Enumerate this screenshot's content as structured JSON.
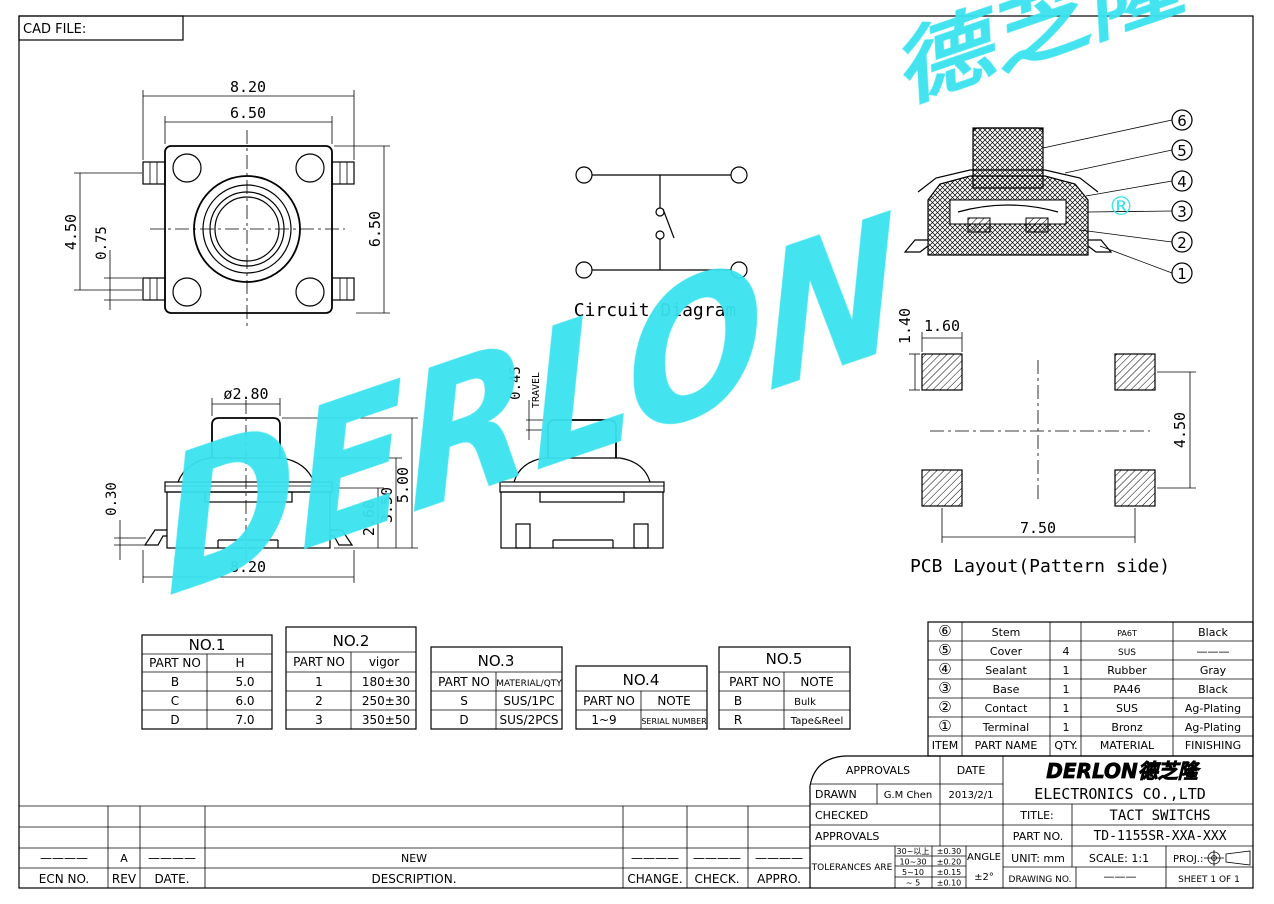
{
  "header": {
    "cad_file_label": "CAD FILE:"
  },
  "top_view": {
    "dim_width_outer": "8.20",
    "dim_width_inner": "6.50",
    "dim_height_left": "4.50",
    "dim_pin": "0.75",
    "dim_height_right": "6.50"
  },
  "circuit": {
    "caption": "Circuit Diagram"
  },
  "side_view": {
    "dim_dia": "ø2.80",
    "dim_base": "8.20",
    "dim_h1": "5.00",
    "dim_h2": "3.50",
    "dim_h3": "2.60",
    "dim_lead": "0.30"
  },
  "travel": {
    "dim_value": "0.45",
    "dim_label": "TRAVEL"
  },
  "pcb": {
    "caption": "PCB Layout(Pattern side)",
    "dim_pad_w": "1.60",
    "dim_pad_h": "1.40",
    "dim_pitch_y": "4.50",
    "dim_pitch_x": "7.50"
  },
  "callouts": [
    "6",
    "5",
    "4",
    "3",
    "2",
    "1"
  ],
  "watermark": {
    "latin": "DERLON",
    "cjk": "德芝隆",
    "reg": "®"
  },
  "table_no1": {
    "title": "NO.1",
    "headers": [
      "PART NO",
      "H"
    ],
    "rows": [
      [
        "B",
        "5.0"
      ],
      [
        "C",
        "6.0"
      ],
      [
        "D",
        "7.0"
      ]
    ]
  },
  "table_no2": {
    "title": "NO.2",
    "headers": [
      "PART NO",
      "vigor"
    ],
    "rows": [
      [
        "1",
        "180±30"
      ],
      [
        "2",
        "250±30"
      ],
      [
        "3",
        "350±50"
      ]
    ]
  },
  "table_no3": {
    "title": "NO.3",
    "headers": [
      "PART NO",
      "MATERIAL/QTY"
    ],
    "rows": [
      [
        "S",
        "SUS/1PC"
      ],
      [
        "D",
        "SUS/2PCS"
      ]
    ]
  },
  "table_no4": {
    "title": "NO.4",
    "headers": [
      "PART NO",
      "NOTE"
    ],
    "rows": [
      [
        "1~9",
        "SERIAL NUMBER"
      ]
    ]
  },
  "table_no5": {
    "title": "NO.5",
    "headers": [
      "PART NO",
      "NOTE"
    ],
    "rows": [
      [
        "B",
        "Bulk"
      ],
      [
        "R",
        "Tape&Reel"
      ]
    ]
  },
  "bom": {
    "rows": [
      [
        "⑥",
        "Stem",
        "",
        "PA6T",
        "Black"
      ],
      [
        "⑤",
        "Cover",
        "4",
        "SUS",
        "———"
      ],
      [
        "④",
        "Sealant",
        "1",
        "Rubber",
        "Gray"
      ],
      [
        "③",
        "Base",
        "1",
        "PA46",
        "Black"
      ],
      [
        "②",
        "Contact",
        "1",
        "SUS",
        "Ag-Plating"
      ],
      [
        "①",
        "Terminal",
        "1",
        "Bronz",
        "Ag-Plating"
      ]
    ],
    "headers": [
      "ITEM",
      "PART NAME",
      "QTY.",
      "MATERIAL",
      "FINISHING"
    ]
  },
  "title_block": {
    "approvals": "APPROVALS",
    "date": "DATE",
    "drawn": "DRAWN",
    "drawn_by": "G.M Chen",
    "drawn_date": "2013/2/1",
    "checked": "CHECKED",
    "approvals2": "APPROVALS",
    "logo": "DERLON德芝隆",
    "company": "ELECTRONICS CO.,LTD",
    "title_label": "TITLE:",
    "title_value": "TACT SWITCHS",
    "part_no_label": "PART NO.",
    "part_no_value": "TD-1155SR-XXA-XXX",
    "tolerances": "TOLERANCES ARE",
    "tol_rows": [
      [
        "30~以上",
        "±0.30"
      ],
      [
        "10~30",
        "±0.20"
      ],
      [
        "5~10",
        "±0.15"
      ],
      [
        "~ 5",
        "±0.10"
      ]
    ],
    "angle_label": "ANGLE",
    "angle_value": "±2°",
    "unit": "UNIT:  mm",
    "scale": "SCALE:  1:1",
    "proj": "PROJ.:",
    "drawing_no": "DRAWING NO.",
    "drawing_no_value": "———",
    "sheet": "SHEET   1  OF  1"
  },
  "revision": {
    "row1": [
      "————",
      "A",
      "————",
      "NEW",
      "————",
      "————",
      "————"
    ],
    "headers": [
      "ECN NO.",
      "REV",
      "DATE.",
      "DESCRIPTION.",
      "CHANGE.",
      "CHECK.",
      "APPRO."
    ]
  }
}
